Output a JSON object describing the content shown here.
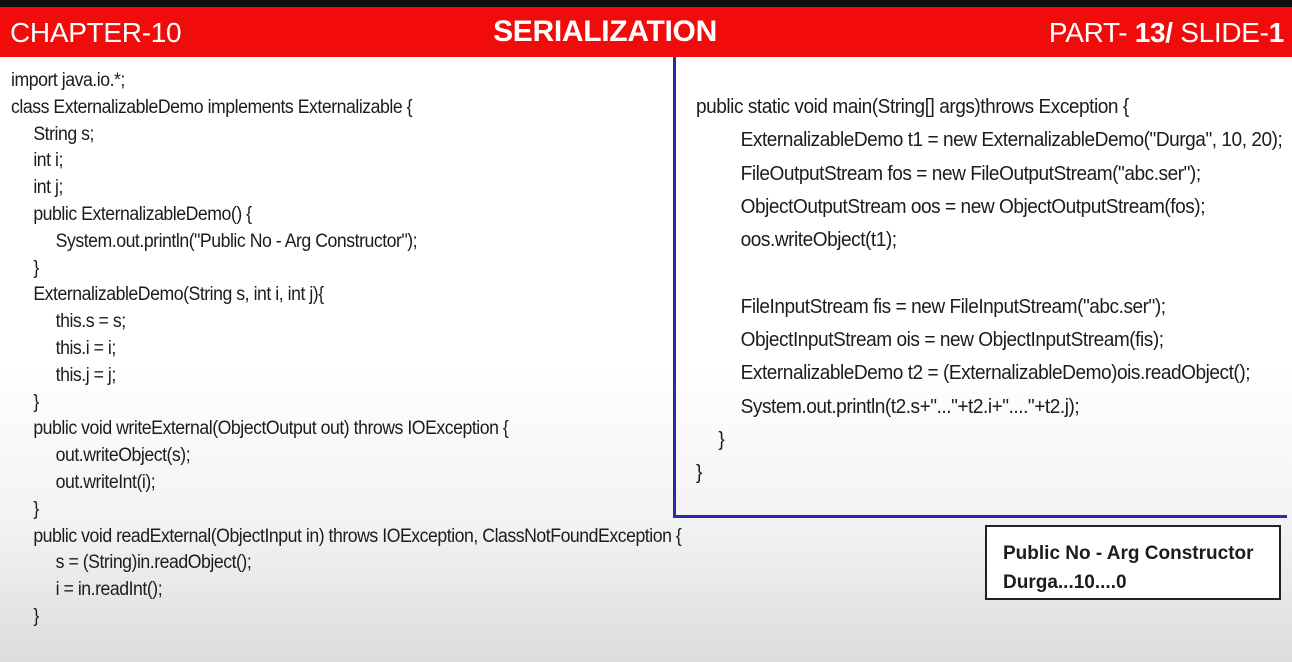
{
  "header": {
    "chapter": "CHAPTER-10",
    "title": "SERIALIZATION",
    "part_prefix": "PART- ",
    "part_number": "13/",
    "slide_prefix": " SLIDE-",
    "slide_number": "1"
  },
  "left_code": [
    "import java.io.*;",
    "class ExternalizableDemo implements Externalizable {",
    "String s;",
    "int i;",
    "int j;",
    "public ExternalizableDemo() {",
    "System.out.println(\"Public No - Arg Constructor\");",
    "}",
    "ExternalizableDemo(String s, int i, int j){",
    "this.s = s;",
    "this.i = i;",
    "this.j = j;",
    "}",
    "public void writeExternal(ObjectOutput out) throws IOException {",
    "out.writeObject(s);",
    "out.writeInt(i);",
    "}",
    "public void readExternal(ObjectInput in) throws IOException, ClassNotFoundException {",
    "s = (String)in.readObject();",
    "i = in.readInt();",
    "}"
  ],
  "right_code": [
    "public static void main(String[] args)throws Exception {",
    "ExternalizableDemo t1 = new ExternalizableDemo(\"Durga\", 10, 20);",
    "FileOutputStream fos = new FileOutputStream(\"abc.ser\");",
    "ObjectOutputStream oos = new ObjectOutputStream(fos);",
    "oos.writeObject(t1);",
    "",
    "FileInputStream fis = new FileInputStream(\"abc.ser\");",
    "ObjectInputStream ois = new ObjectInputStream(fis);",
    "ExternalizableDemo t2 = (ExternalizableDemo)ois.readObject();",
    "System.out.println(t2.s+\"...\"+t2.i+\"....\"+t2.j);",
    "}",
    "}"
  ],
  "output": [
    "Public No - Arg Constructor",
    "Durga...10....0"
  ]
}
